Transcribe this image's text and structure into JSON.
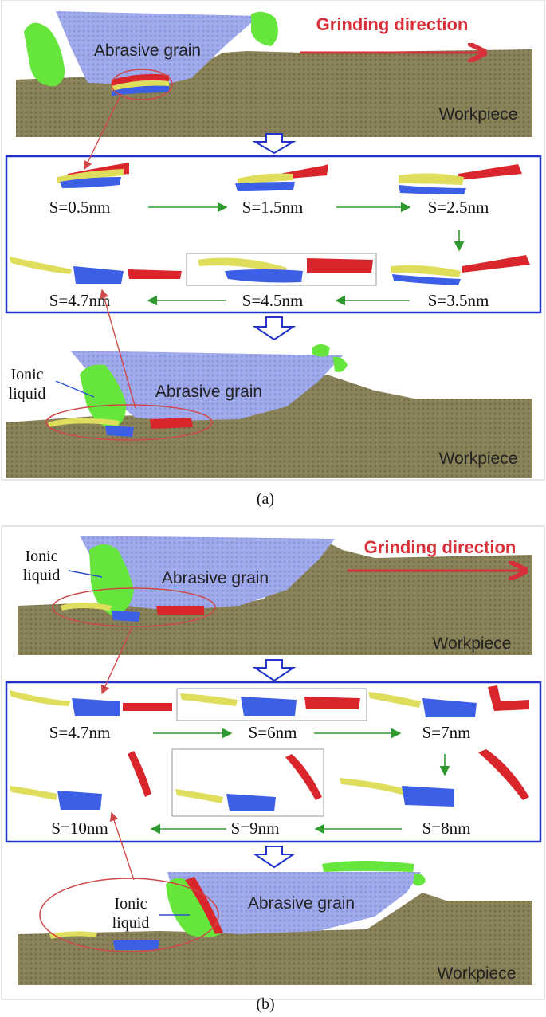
{
  "labels": {
    "grinding_direction": "Grinding direction",
    "abrasive_grain": "Abrasive grain",
    "workpiece": "Workpiece",
    "ionic_liquid_line1": "Ionic",
    "ionic_liquid_line2": "liquid"
  },
  "panel_a": {
    "caption": "(a)",
    "steps": [
      "S=0.5nm",
      "S=1.5nm",
      "S=2.5nm",
      "S=3.5nm",
      "S=4.5nm",
      "S=4.7nm"
    ]
  },
  "panel_b": {
    "caption": "(b)",
    "steps": [
      "S=4.7nm",
      "S=6nm",
      "S=7nm",
      "S=8nm",
      "S=9nm",
      "S=10nm"
    ]
  },
  "colors": {
    "abrasive": "#a2acec",
    "workpiece": "#8b845a",
    "ionic_green": "#66e63c",
    "layer_red": "#d8262c",
    "layer_yellow": "#dede5c",
    "layer_blue": "#3c5fe6",
    "frame_blue": "#2233cc",
    "arrow_green": "#2e9a2e",
    "callout_red": "#d04848",
    "direction_red": "#d8303a"
  }
}
